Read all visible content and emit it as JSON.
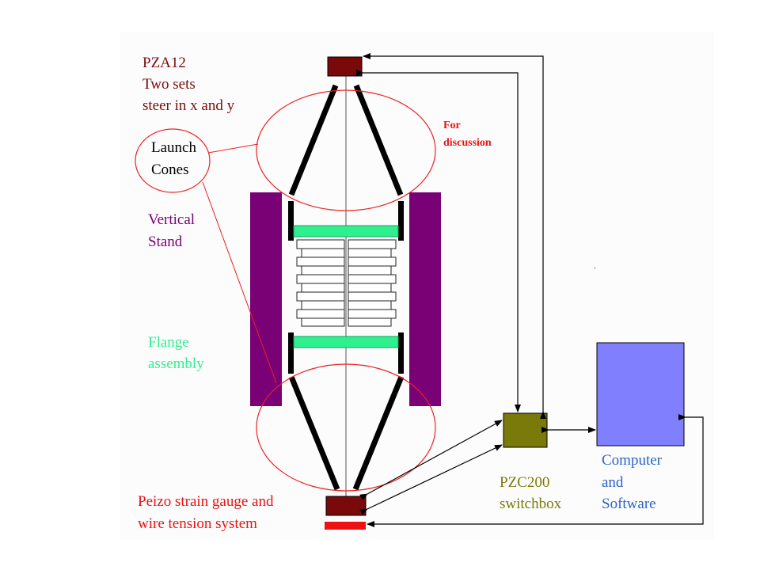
{
  "colors": {
    "dark_red": "#7a0a0a",
    "purple": "#7a0076",
    "green": "#2ef08e",
    "red": "#ee1111",
    "olive": "#7a7a0a",
    "blue_box": "#8080ff",
    "blue_text": "#2a63c8",
    "ellipse": "#ee2222"
  },
  "labels": {
    "pza_title": "PZA12",
    "pza_line2": "Two sets",
    "pza_line3": "steer in x and y",
    "for_discussion_1": "For",
    "for_discussion_2": "discussion",
    "launch_1": "Launch",
    "launch_2": "Cones",
    "vertical_1": "Vertical",
    "vertical_2": "Stand",
    "flange_1": "Flange",
    "flange_2": "assembly",
    "peizo_1": "Peizo strain gauge and",
    "peizo_2": "wire tension system",
    "pzc_1": "PZC200",
    "pzc_2": "switchbox",
    "computer_1": "Computer",
    "computer_2": "and",
    "computer_3": "Software",
    "dot": "."
  }
}
